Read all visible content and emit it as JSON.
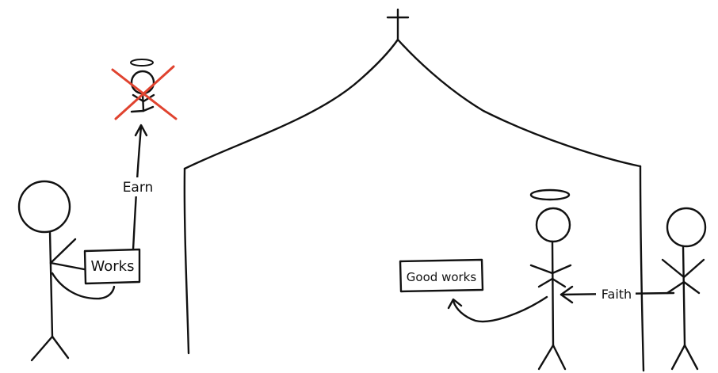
{
  "labels": {
    "earn": "Earn",
    "works": "Works",
    "good_works": "Good works",
    "faith": "Faith"
  },
  "colors": {
    "ink": "#111111",
    "cross_out": "#e0432f",
    "background": "#ffffff"
  }
}
